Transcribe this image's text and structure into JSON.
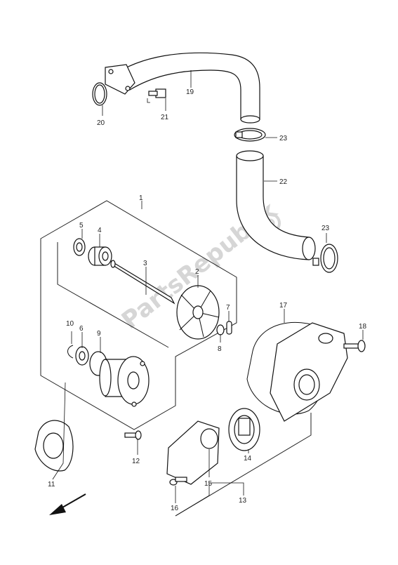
{
  "watermark": "PartsRepublik",
  "callouts": [
    {
      "id": "c1",
      "label": "1"
    },
    {
      "id": "c2",
      "label": "2"
    },
    {
      "id": "c3",
      "label": "3"
    },
    {
      "id": "c4",
      "label": "4"
    },
    {
      "id": "c5",
      "label": "5"
    },
    {
      "id": "c6",
      "label": "6"
    },
    {
      "id": "c7",
      "label": "7"
    },
    {
      "id": "c8",
      "label": "8"
    },
    {
      "id": "c9",
      "label": "9"
    },
    {
      "id": "c10",
      "label": "10"
    },
    {
      "id": "c11",
      "label": "11"
    },
    {
      "id": "c12",
      "label": "12"
    },
    {
      "id": "c13",
      "label": "13"
    },
    {
      "id": "c14",
      "label": "14"
    },
    {
      "id": "c15",
      "label": "15"
    },
    {
      "id": "c16",
      "label": "16"
    },
    {
      "id": "c17",
      "label": "17"
    },
    {
      "id": "c18",
      "label": "18"
    },
    {
      "id": "c19",
      "label": "19"
    },
    {
      "id": "c20",
      "label": "20"
    },
    {
      "id": "c21",
      "label": "21"
    },
    {
      "id": "c22",
      "label": "22"
    },
    {
      "id": "c23a",
      "label": "23"
    },
    {
      "id": "c23b",
      "label": "23"
    }
  ],
  "icons": {
    "direction_arrow": "front-direction-arrow-icon",
    "gear": "gear-icon"
  }
}
